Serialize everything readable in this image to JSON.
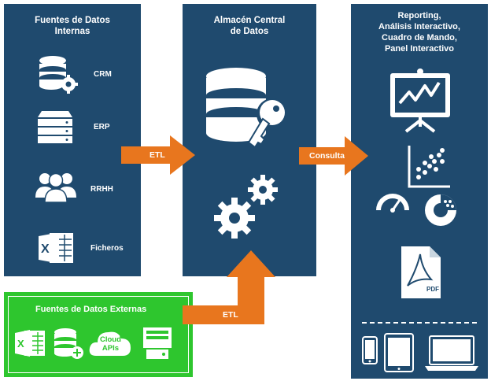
{
  "internal": {
    "title_line1": "Fuentes de Datos",
    "title_line2": "Internas",
    "items": [
      {
        "label": "CRM",
        "icon": "database-gear-icon"
      },
      {
        "label": "ERP",
        "icon": "server-rack-icon"
      },
      {
        "label": "RRHH",
        "icon": "people-group-icon"
      },
      {
        "label": "Ficheros",
        "icon": "excel-file-icon"
      }
    ]
  },
  "warehouse": {
    "title_line1": "Almacén Central",
    "title_line2": "de Datos",
    "icons": [
      "database-key-icon",
      "gears-icon"
    ]
  },
  "reporting": {
    "title_lines": [
      "Reporting,",
      "Análisis Interactivo,",
      "Cuadro de Mando,",
      "Panel Interactivo"
    ],
    "icons": [
      "presentation-chart-icon",
      "scatter-plot-icon",
      "gauge-icon",
      "donut-chart-icon",
      "pdf-document-icon",
      "phone-icon",
      "tablet-icon",
      "laptop-icon"
    ]
  },
  "external": {
    "title": "Fuentes de Datos Externas",
    "cloud_label_line1": "Cloud",
    "cloud_label_line2": "APIs",
    "icons": [
      "excel-file-icon",
      "database-plus-icon",
      "cloud-apis-icon",
      "desktop-tower-icon"
    ]
  },
  "arrows": {
    "etl_top": "ETL",
    "consulta": "Consulta",
    "etl_bottom": "ETL",
    "pdf_text": "PDF"
  },
  "colors": {
    "panel": "#1f4a6e",
    "arrow": "#e8761e",
    "external_bg": "#2ec62e"
  }
}
